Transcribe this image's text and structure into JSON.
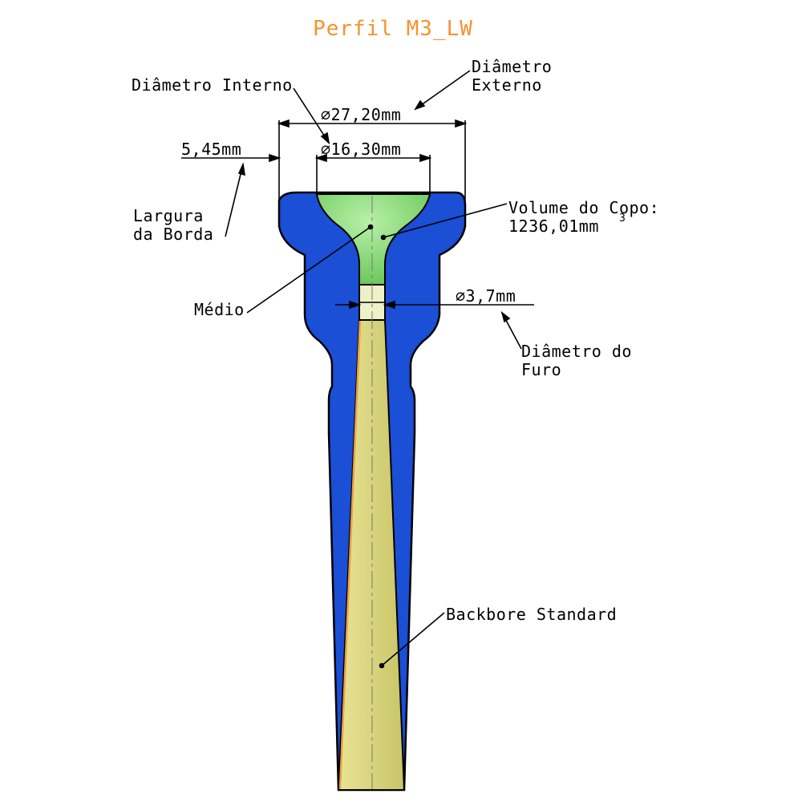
{
  "title": "Perfil M3_LW",
  "labels": {
    "outer_diameter_value": "⌀27,20mm",
    "outer_diameter_line1": "Diâmetro",
    "outer_diameter_line2": "Externo",
    "inner_diameter_name": "Diâmetro Interno",
    "inner_diameter_value": "⌀16,30mm",
    "rim_width_value": "5,45mm",
    "rim_width_line1": "Largura",
    "rim_width_line2": "da Borda",
    "cup_volume_line1": "Volume do Copo:",
    "cup_volume_line2": "1236,01mm",
    "cup_volume_exponent": "3",
    "medium": "Médio",
    "throat_value": "⌀3,7mm",
    "throat_line1": "Diâmetro do",
    "throat_line2": "Furo",
    "backbore": "Backbore Standard"
  },
  "colors": {
    "title": "#f5922e",
    "body": "#1a4fd6",
    "cup": "#7fd66f",
    "backbore": "#d9d57a",
    "backbore_edge": "#f0a040",
    "outline": "#000000"
  }
}
